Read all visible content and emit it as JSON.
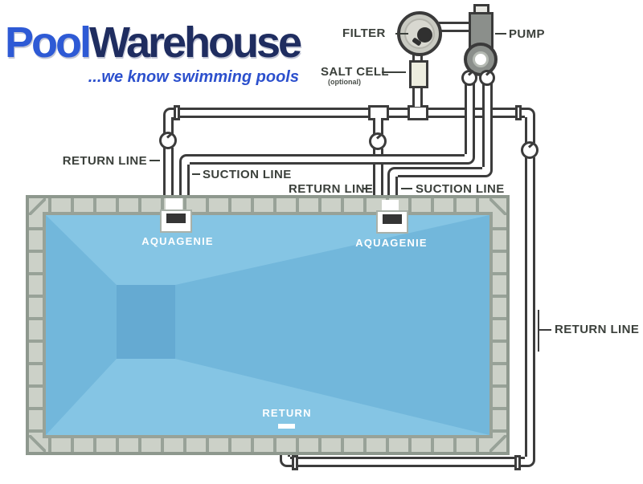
{
  "logo": {
    "part1": "Pool",
    "part2": "Warehouse",
    "tagline": "...we know swimming pools"
  },
  "labels": {
    "filter": "FILTER",
    "pump": "PUMP",
    "salt_cell": "SALT CELL",
    "salt_cell_note": "(optional)",
    "return_line_left": "RETURN LINE",
    "suction_line_left": "SUCTION LINE",
    "return_line_middle": "RETURN LINE",
    "suction_line_right": "SUCTION LINE",
    "return_line_right": "RETURN LINE",
    "aquagenie_left": "AQUAGENIE",
    "aquagenie_right": "AQUAGENIE",
    "return_bottom": "RETURN"
  },
  "diagram": {
    "type": "pool-plumbing-schematic",
    "equipment": [
      "FILTER",
      "PUMP",
      "SALT CELL (optional)"
    ],
    "pool_fittings": [
      "AQUAGENIE skimmer (left)",
      "AQUAGENIE skimmer (right)",
      "RETURN (bottom floor)"
    ],
    "lines": [
      "RETURN LINE (left)",
      "SUCTION LINE (left)",
      "RETURN LINE (middle)",
      "SUCTION LINE (right)",
      "RETURN LINE (right side loop)"
    ],
    "gauge_count": 5,
    "valve_count": 2
  },
  "colors": {
    "water_light": "#85c5e4",
    "water_medium": "#72b7db",
    "water_deep": "#65aad2",
    "tile": "#ccd1c8",
    "grout": "#98a298",
    "pipe_outline": "#3c3c3c",
    "pump_gray": "#8b8f8b",
    "label_text": "#3b403b",
    "logo_blue": "#2e5ad5",
    "logo_navy": "#1f2d60"
  }
}
